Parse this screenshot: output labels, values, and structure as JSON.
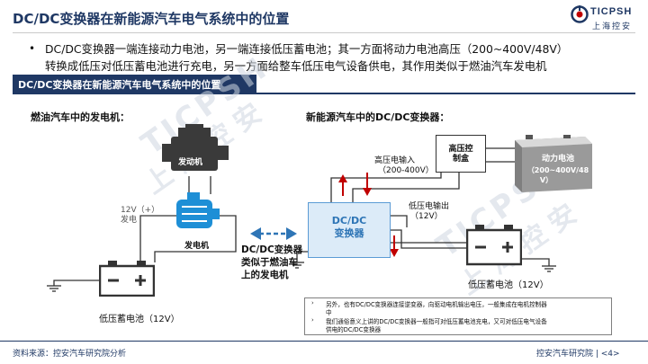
{
  "slide": {
    "title": "DC/DC变换器在新能源汽车电气系统中的位置"
  },
  "logo": {
    "brand": "TICPSH",
    "subtitle": "上海控安"
  },
  "bullet": {
    "line1": "DC/DC变换器一端连接动力电池，另一端连接低压蓄电池；其一方面将动力电池高压（200~400V/48V）",
    "line2": "转换成低压对低压蓄电池进行充电，另一方面给整车低压电气设备供电，其作用类似于燃油汽车发电机"
  },
  "panel": {
    "title": "DC/DC变换器在新能源汽车电气系统中的位置"
  },
  "watermark": {
    "brand": "TICPSH",
    "cn": "上海控安"
  },
  "fuel_car": {
    "heading": "燃油汽车中的发电机：",
    "engine_label": "发动机",
    "generator_label": "发电机",
    "voltage_line1": "12V（+）",
    "voltage_line2": "发电",
    "battery_label": "低压蓄电池（12V）"
  },
  "comparison": {
    "line1": "DC/DC变换器",
    "line2": "类似于燃油车",
    "line3": "上的发电机"
  },
  "ev": {
    "heading": "新能源汽车中的DC/DC变换器：",
    "hv_input_line1": "高压电输入",
    "hv_input_line2": "（200-400V）",
    "hv_box_line1": "高压控",
    "hv_box_line2": "制盒",
    "power_battery_line1": "动力电池",
    "power_battery_line2": "（200~400V/48",
    "power_battery_line3": "V）",
    "dcdc_line1": "DC/DC",
    "dcdc_line2": "变换器",
    "lv_output_line1": "低压电输出",
    "lv_output_line2": "（12V）",
    "battery_label": "低压蓄电池（12V）"
  },
  "notes": {
    "marker": "›",
    "note1_line1": "另外，也有DC/DC变换器连接逆变器，向驱动电机输出电压，一般集成在电机控制器",
    "note1_line2": "中",
    "note2_line1": "我们通俗意义上讲的DC/DC变换器一般指可对低压蓄电池充电，又可对低压电气设备",
    "note2_line2": "供电的DC/DC变换器"
  },
  "footer": {
    "source": "资料来源：控安汽车研究院分析",
    "right": "控安汽车研究院 | <4>"
  },
  "colors": {
    "navy": "#1f3864",
    "accent_blue": "#2e75b6",
    "light_blue": "#5b9bd5",
    "arrow_red": "#c00000"
  }
}
